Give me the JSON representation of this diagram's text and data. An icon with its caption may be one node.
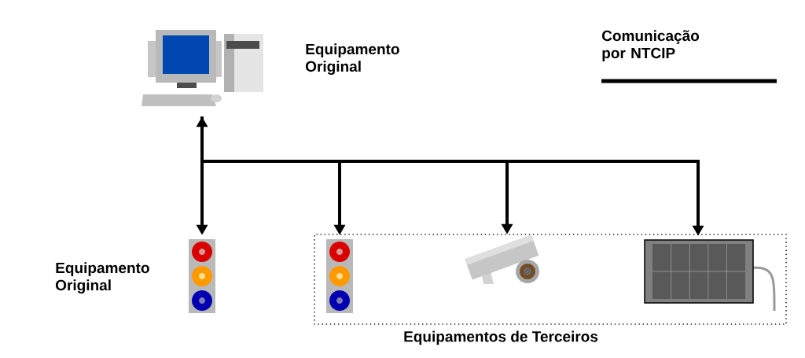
{
  "diagram": {
    "nodes": [
      {
        "text": [],
        "shape": "picture",
        "beside": [
          "Equipamento Original"
        ]
      },
      {
        "text": [],
        "shape": "picture",
        "beside": [
          "Equipamento Original"
        ]
      },
      {
        "text": [
          "Equipamentos de Terceiros"
        ]
      },
      {
        "text": [],
        "shape": "picture",
        "in": 2
      },
      {
        "text": [],
        "shape": "picture",
        "in": 2
      },
      {
        "text": [],
        "shape": "picture",
        "in": 2
      }
    ],
    "edges": [
      {
        "from": 0,
        "to": 1,
        "arrow": "both"
      },
      {
        "from": 0,
        "to": 3,
        "arrow": "to"
      },
      {
        "from": 0,
        "to": 4,
        "arrow": "to"
      },
      {
        "from": 0,
        "to": 5,
        "arrow": "to"
      }
    ],
    "legend": [
      {
        "text": "Comunicação por NTCIP"
      }
    ]
  }
}
